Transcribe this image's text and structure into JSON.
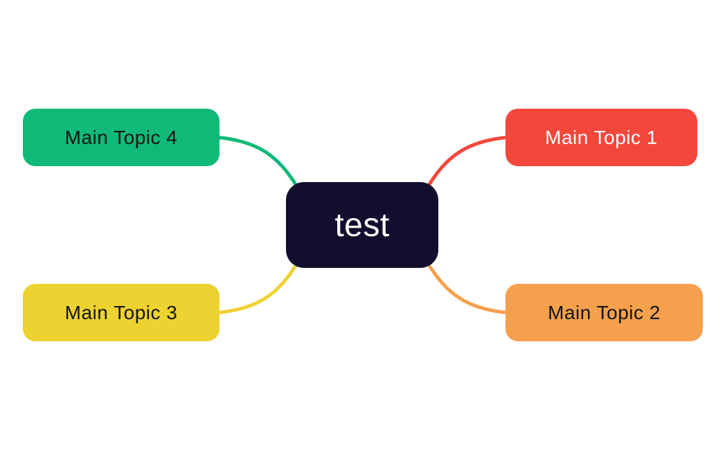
{
  "diagram": {
    "type": "mindmap",
    "background": "#ffffff",
    "root": {
      "label": "test",
      "bg": "#120f2e",
      "text_color": "#ffffff"
    },
    "topics": [
      {
        "label": "Main Topic 1",
        "position": "top-right",
        "bg": "#f4473c",
        "text_color": "#ffffff"
      },
      {
        "label": "Main Topic 2",
        "position": "bottom-right",
        "bg": "#f5a04d",
        "text_color": "#141414"
      },
      {
        "label": "Main Topic 3",
        "position": "bottom-left",
        "bg": "#eed231",
        "text_color": "#141414"
      },
      {
        "label": "Main Topic 4",
        "position": "top-left",
        "bg": "#10b978",
        "text_color": "#141414"
      }
    ],
    "connectors": [
      {
        "from": "test",
        "to": "Main Topic 1",
        "color": "#f4473c"
      },
      {
        "from": "test",
        "to": "Main Topic 2",
        "color": "#f5a04d"
      },
      {
        "from": "test",
        "to": "Main Topic 3",
        "color": "#eed231"
      },
      {
        "from": "test",
        "to": "Main Topic 4",
        "color": "#10b978"
      }
    ]
  }
}
